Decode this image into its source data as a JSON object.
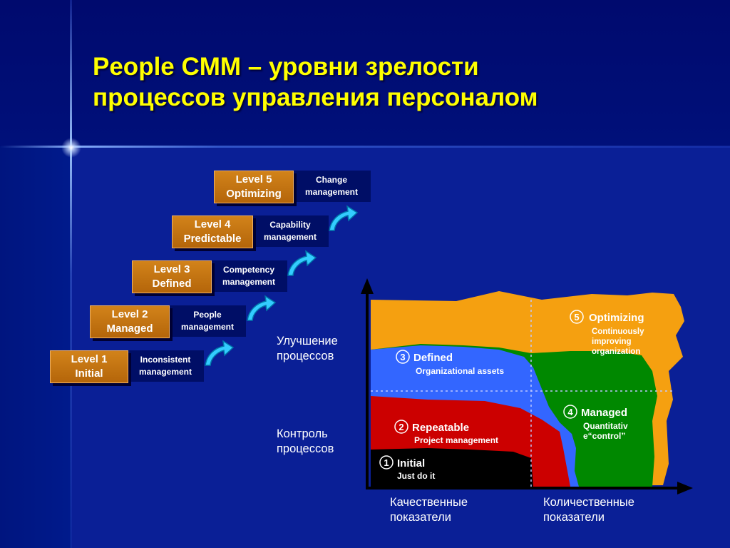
{
  "title": {
    "line1": "People CMM – уровни зрелости",
    "line2": "процессов управления персоналом"
  },
  "staircase": [
    {
      "level": "Level 1",
      "name": "Initial",
      "management_line1": "Inconsistent",
      "management_line2": "management"
    },
    {
      "level": "Level 2",
      "name": "Managed",
      "management_line1": "People",
      "management_line2": "management"
    },
    {
      "level": "Level 3",
      "name": "Defined",
      "management_line1": "Competency",
      "management_line2": "management"
    },
    {
      "level": "Level 4",
      "name": "Predictable",
      "management_line1": "Capability",
      "management_line2": "management"
    },
    {
      "level": "Level 5",
      "name": "Optimizing",
      "management_line1": "Change",
      "management_line2": "management"
    }
  ],
  "chart": {
    "y_axis_labels": {
      "top_line1": "Улучшение",
      "top_line2": "процессов",
      "bottom_line1": "Контроль",
      "bottom_line2": "процессов"
    },
    "x_axis_labels": {
      "left_line1": "Качественные",
      "left_line2": "показатели",
      "right_line1": "Количественные",
      "right_line2": "показатели"
    },
    "regions": [
      {
        "number": "1",
        "name": "Initial",
        "desc_line1": "Just do it",
        "desc_line2": "",
        "color": "#000000"
      },
      {
        "number": "2",
        "name": "Repeatable",
        "desc_line1": "Project management",
        "desc_line2": "",
        "color": "#cc0000"
      },
      {
        "number": "3",
        "name": "Defined",
        "desc_line1": "Organizational assets",
        "desc_line2": "",
        "color": "#3366ff"
      },
      {
        "number": "4",
        "name": "Managed",
        "desc_line1": "Quantitativ",
        "desc_line2": "e“control”",
        "color": "#008800"
      },
      {
        "number": "5",
        "name": "Optimizing",
        "desc_line1": "Continuously",
        "desc_line2": "improving",
        "desc_line3": "organization",
        "color": "#f5a010"
      }
    ]
  },
  "colors": {
    "background": "#0a1f96",
    "title": "#ffff00",
    "level_box": "#c87514",
    "management_box": "#000e66",
    "arrow": "#33ccff"
  }
}
